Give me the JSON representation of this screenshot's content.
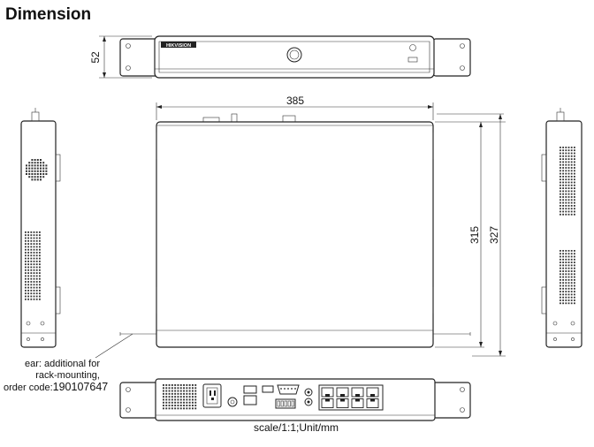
{
  "title": "Dimension",
  "brand": "HIKVISION",
  "dimensions": {
    "height": "52",
    "width": "385",
    "depth_inner": "315",
    "depth_outer": "327"
  },
  "notes": {
    "ear_line1": "ear: additional for",
    "ear_line2": "rack-mounting,",
    "ear_line3_prefix": "order code:",
    "order_code": "190107647",
    "scale": "scale/1:1;Unit/mm"
  }
}
